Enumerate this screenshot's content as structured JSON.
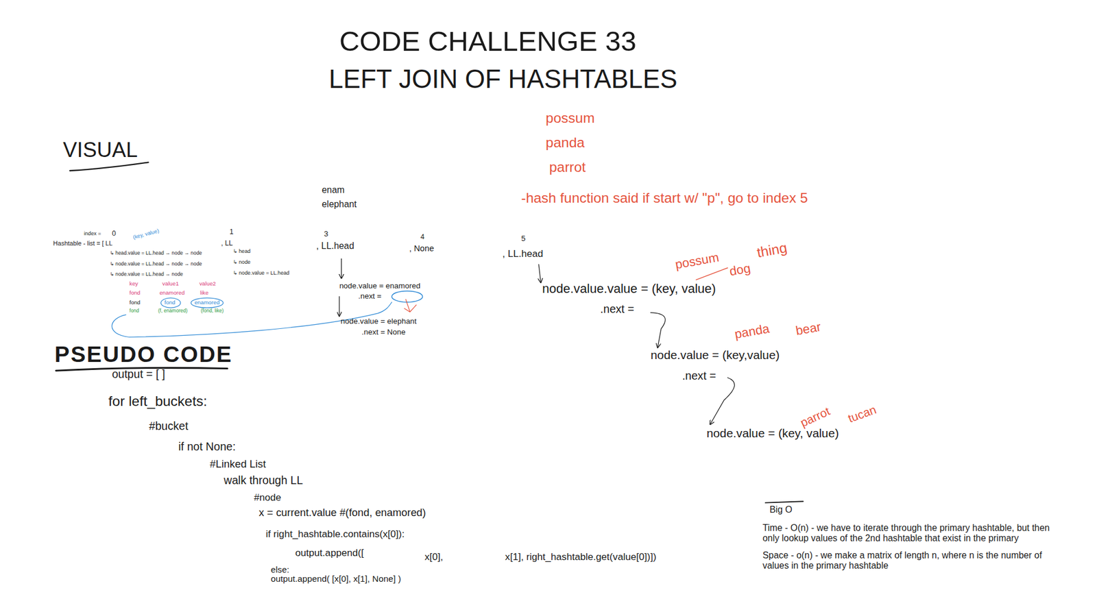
{
  "diagram": {
    "title": "CODE CHALLENGE 33",
    "labels": [
      "LEFT JOIN OF HASHTABLES",
      "VISUAL",
      "possum",
      "panda",
      "parrot",
      "-hash function said if start w/ \"p\", go to index 5",
      "enam",
      "elephant",
      "index =",
      "0",
      "1",
      "3",
      "4",
      "5",
      "Hashtable - list = [ LL",
      "(key, value)",
      "↳ head.value = LL.head → node → node",
      "↳ node.value = LL.head → node → node",
      "↳ node.value = LL.head → node",
      ", LL",
      "↳ head",
      "↳ node",
      "↳ node.value = LL.head",
      "key",
      "value1",
      "value2",
      "fond",
      "enamored",
      "like",
      "fond",
      "fond",
      "enamored",
      "fond",
      "(f, enamored)",
      "(fond, like)",
      ", LL.head",
      "node.value = enamored",
      ".next =",
      "node.value = elephant",
      ".next = None",
      ", None",
      ", LL.head",
      "node.value.value = (key, value)",
      "possum",
      "dog",
      "thing",
      ".next =",
      "node.value = (key,value)",
      "panda",
      "bear",
      ".next =",
      "node.value = (key, value)",
      "parrot",
      "tucan",
      "PSEUDO CODE",
      "output = [ ]",
      "for left_buckets:",
      "#bucket",
      "if not None:",
      "#Linked List",
      "walk through LL",
      "#node",
      "x = current.value #(fond, enamored)",
      "if right_hashtable.contains(x[0]):",
      "output.append([",
      "x[0],",
      "x[1], right_hashtable.get(value[0])])",
      "else:",
      "output.append( [x[0], x[1], None] )",
      "Big O",
      "Time - O(n) - we have to iterate through the primary hashtable, but then only lookup values of the 2nd hashtable that exist in the primary",
      "Space - o(n) - we make a matrix of length n, where n is the number of values in the primary hashtable"
    ]
  }
}
